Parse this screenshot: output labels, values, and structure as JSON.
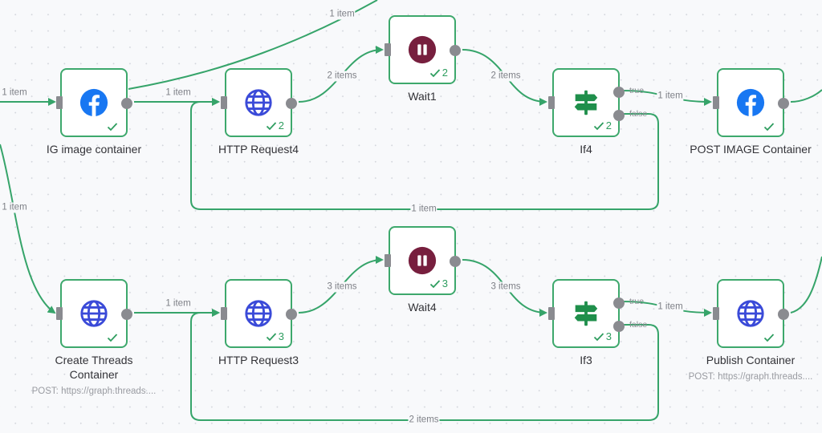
{
  "canvas": {
    "edge_color": "#36a46a",
    "node_border_color": "#3da86c"
  },
  "nodes": {
    "ig_image_container": {
      "label": "IG image container",
      "icon": "facebook-icon",
      "status": "",
      "status_icon": "check-icon"
    },
    "http_request4": {
      "label": "HTTP Request4",
      "icon": "globe-icon",
      "status": "2",
      "status_icon": "check-icon"
    },
    "wait1": {
      "label": "Wait1",
      "icon": "pause-icon",
      "status": "2",
      "status_icon": "check-icon"
    },
    "if4": {
      "label": "If4",
      "icon": "signpost-icon",
      "status": "2",
      "status_icon": "check-icon",
      "outputs": [
        "true",
        "false"
      ]
    },
    "post_image_container": {
      "label": "POST IMAGE Container",
      "icon": "facebook-icon",
      "status": "",
      "status_icon": "check-icon"
    },
    "create_threads_container": {
      "label": "Create Threads Container",
      "label_line1": "Create Threads",
      "label_line2": "Container",
      "subtitle": "POST: https://graph.threads....",
      "icon": "globe-icon",
      "status": "",
      "status_icon": "check-icon"
    },
    "http_request3": {
      "label": "HTTP Request3",
      "icon": "globe-icon",
      "status": "3",
      "status_icon": "check-icon"
    },
    "wait4": {
      "label": "Wait4",
      "icon": "pause-icon",
      "status": "3",
      "status_icon": "check-icon"
    },
    "if3": {
      "label": "If3",
      "icon": "signpost-icon",
      "status": "3",
      "status_icon": "check-icon",
      "outputs": [
        "true",
        "false"
      ]
    },
    "publish_container": {
      "label": "Publish Container",
      "subtitle": "POST: https://graph.threads....",
      "icon": "globe-icon",
      "status": "",
      "status_icon": "check-icon"
    }
  },
  "edges": {
    "incoming_ig": "1 item",
    "incoming_threads": "1 item",
    "ig_to_top": "1 item",
    "ig_to_http4": "1 item",
    "http4_to_wait1": "2 items",
    "wait1_to_if4": "2 items",
    "if4_true_to_post": "1 item",
    "if4_false_loop": "1 item",
    "threads_to_http3": "1 item",
    "http3_to_wait4": "3 items",
    "wait4_to_if3": "3 items",
    "if3_true_to_publish": "1 item",
    "if3_false_loop": "2 items"
  },
  "branch_labels": {
    "true": "true",
    "false": "false"
  }
}
